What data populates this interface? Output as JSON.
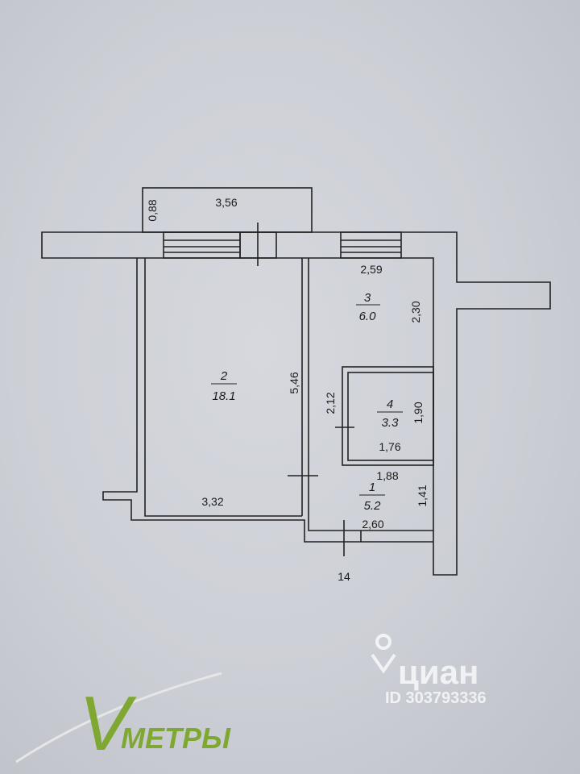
{
  "dimensions": {
    "balcony_depth": "0,88",
    "balcony_width": "3,56",
    "kitchen_width": "2,59",
    "kitchen_depth": "2,30",
    "living_height": "5,46",
    "living_width": "3,32",
    "bath_height_outer": "2,12",
    "bath_height_inner": "1,90",
    "bath_width": "1,76",
    "hall_width_top": "1,88",
    "hall_depth": "1,41",
    "hall_width_bottom": "2,60"
  },
  "rooms": [
    {
      "number": "1",
      "area": "5.2"
    },
    {
      "number": "2",
      "area": "18.1"
    },
    {
      "number": "3",
      "area": "6.0"
    },
    {
      "number": "4",
      "area": "3.3"
    }
  ],
  "apartment_number": "14",
  "watermark": {
    "brand": "циан",
    "id": "ID 303793336"
  },
  "logo": {
    "letter": "V",
    "text": "МЕТРЫ"
  },
  "colors": {
    "line": "#222222",
    "logo_green": "#7fa832",
    "watermark": "#ffffff"
  }
}
